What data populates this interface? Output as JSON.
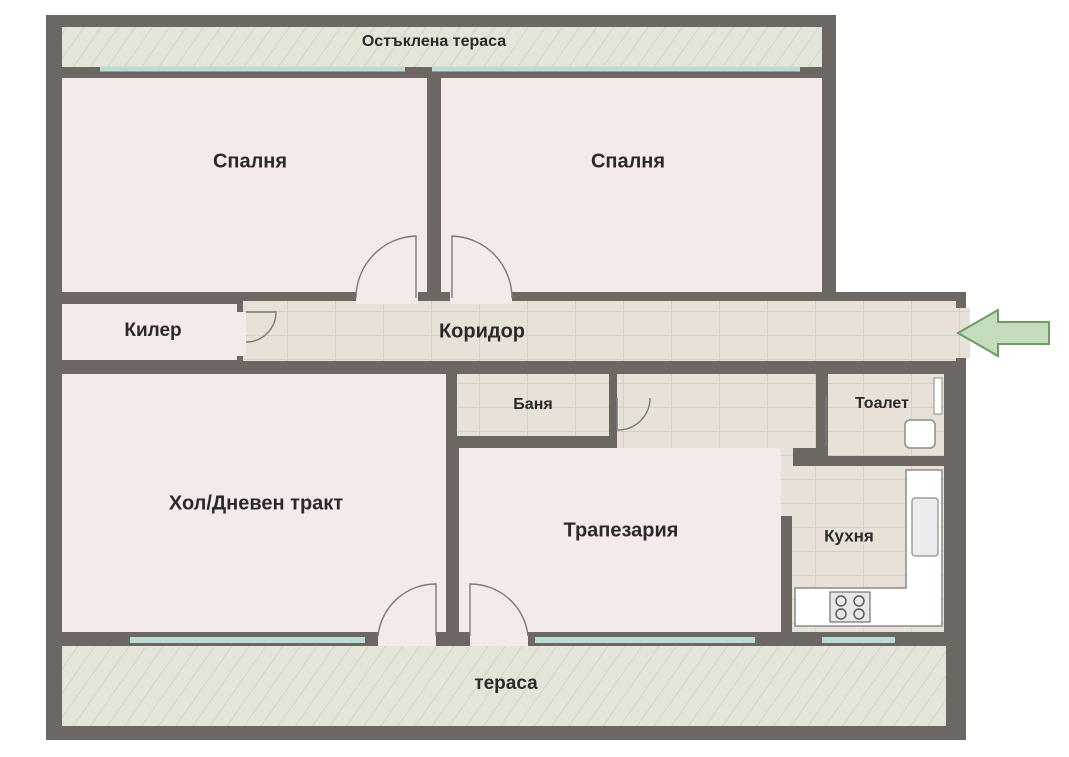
{
  "rooms": {
    "glazed_terrace": "Остъклена тераса",
    "bedroom_left": "Спалня",
    "bedroom_right": "Спалня",
    "pantry": "Килер",
    "corridor": "Коридор",
    "bathroom": "Баня",
    "toilet": "Тоалет",
    "living_room": "Хол/Дневен тракт",
    "dining_room": "Трапезария",
    "kitchen": "Кухня",
    "terrace": "тераса"
  },
  "colors": {
    "wall": "#6d6763",
    "room_floor": "#f4eaea",
    "tile_floor": "#e8e1d7",
    "terrace_floor": "#e3e2cf",
    "window": "#b9dcd6",
    "arrow_fill": "#c6dcbf",
    "arrow_stroke": "#6f9b64"
  },
  "icons": {
    "entrance": "arrow-left-icon"
  }
}
